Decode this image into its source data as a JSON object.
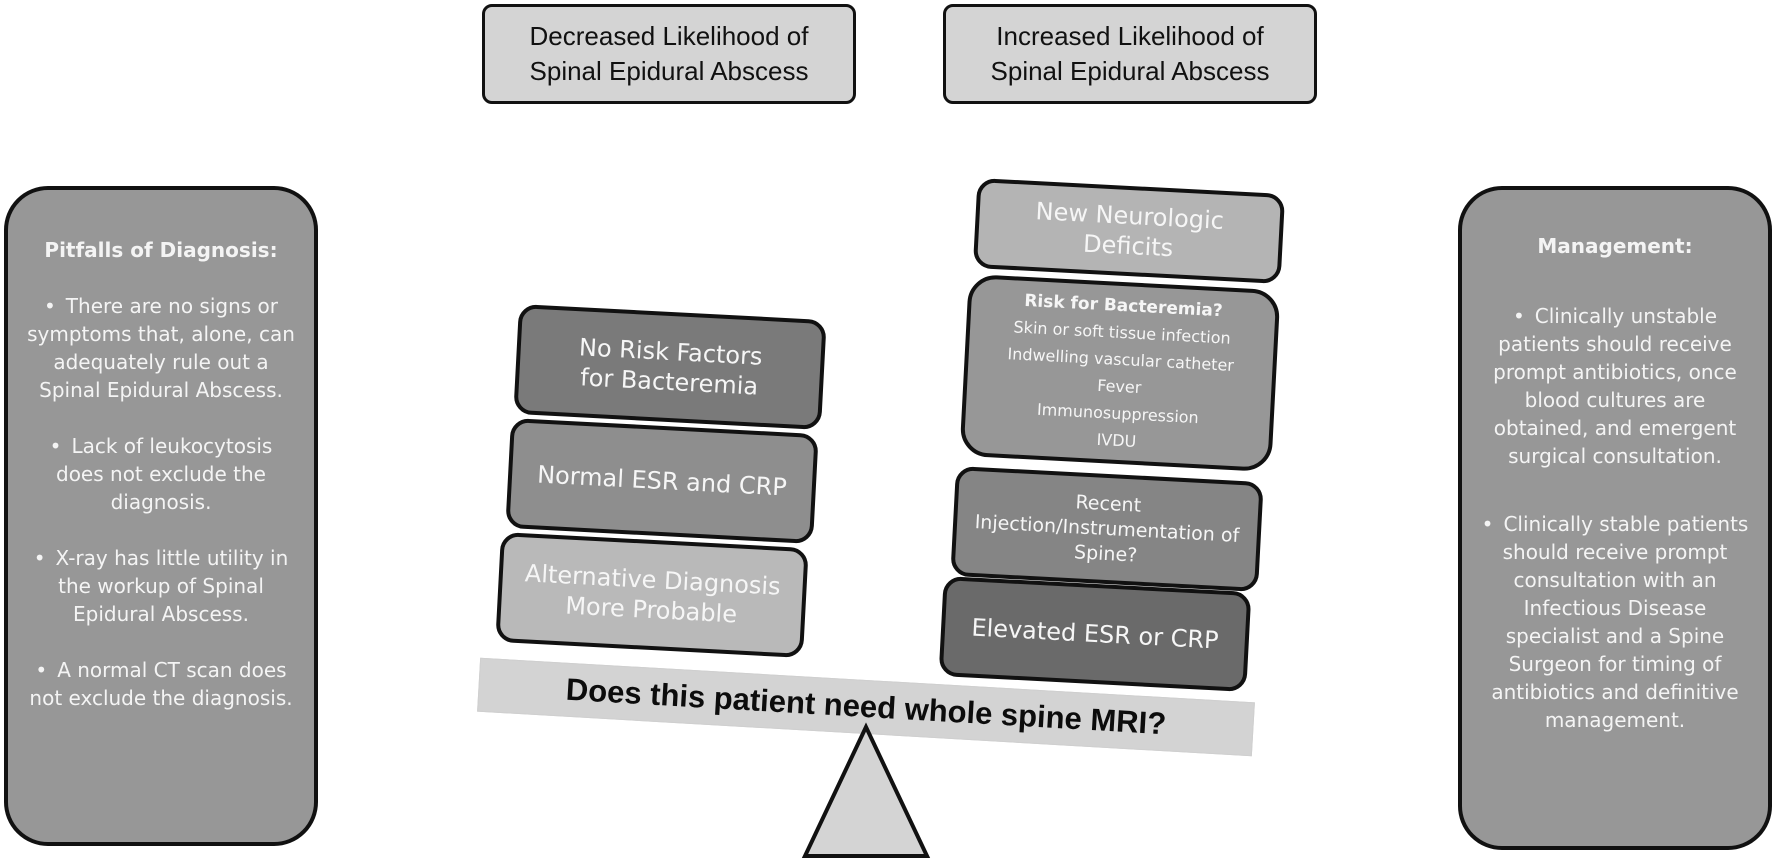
{
  "headers": {
    "decreased": "Decreased Likelihood of Spinal Epidural Abscess",
    "increased": "Increased Likelihood of Spinal Epidural Abscess"
  },
  "pitfalls": {
    "title": "Pitfalls of Diagnosis:",
    "bullets": [
      "There are no signs or symptoms that, alone, can adequately rule out a Spinal Epidural Abscess.",
      "Lack of leukocytosis does  not exclude the diagnosis.",
      "X-ray has little utility in the workup of Spinal Epidural Abscess.",
      "A normal CT scan does not exclude the diagnosis."
    ]
  },
  "management": {
    "title": "Management:",
    "bullets": [
      "Clinically unstable patients should receive prompt antibiotics, once blood cultures are obtained, and emergent surgical consultation.",
      "Clinically stable patients should receive prompt consultation with an Infectious Disease specialist and a Spine Surgeon for timing of antibiotics and definitive management."
    ]
  },
  "left_stack": [
    {
      "label": "No Risk Factors for Bacteremia",
      "color": "#7a7a7a"
    },
    {
      "label": "Normal ESR and CRP",
      "color": "#8e8e8e"
    },
    {
      "label": "Alternative Diagnosis More Probable",
      "color": "#b9b9b9"
    }
  ],
  "right_stack": {
    "neuro": {
      "label": "New Neurologic Deficits",
      "color": "#b4b4b4"
    },
    "bacteremia": {
      "title": "Risk for Bacteremia?",
      "items": [
        "Skin or soft tissue infection",
        "Indwelling vascular catheter",
        "Fever",
        "Immunosuppression",
        "IVDU"
      ],
      "color": "#979797"
    },
    "injection": {
      "label": "Recent Injection/Instrumentation of Spine?",
      "color": "#858585"
    },
    "esr": {
      "label": "Elevated ESR or CRP",
      "color": "#6a6a6a"
    }
  },
  "beam": {
    "question": "Does this patient need whole spine MRI?"
  },
  "bullet_glyph": "•"
}
